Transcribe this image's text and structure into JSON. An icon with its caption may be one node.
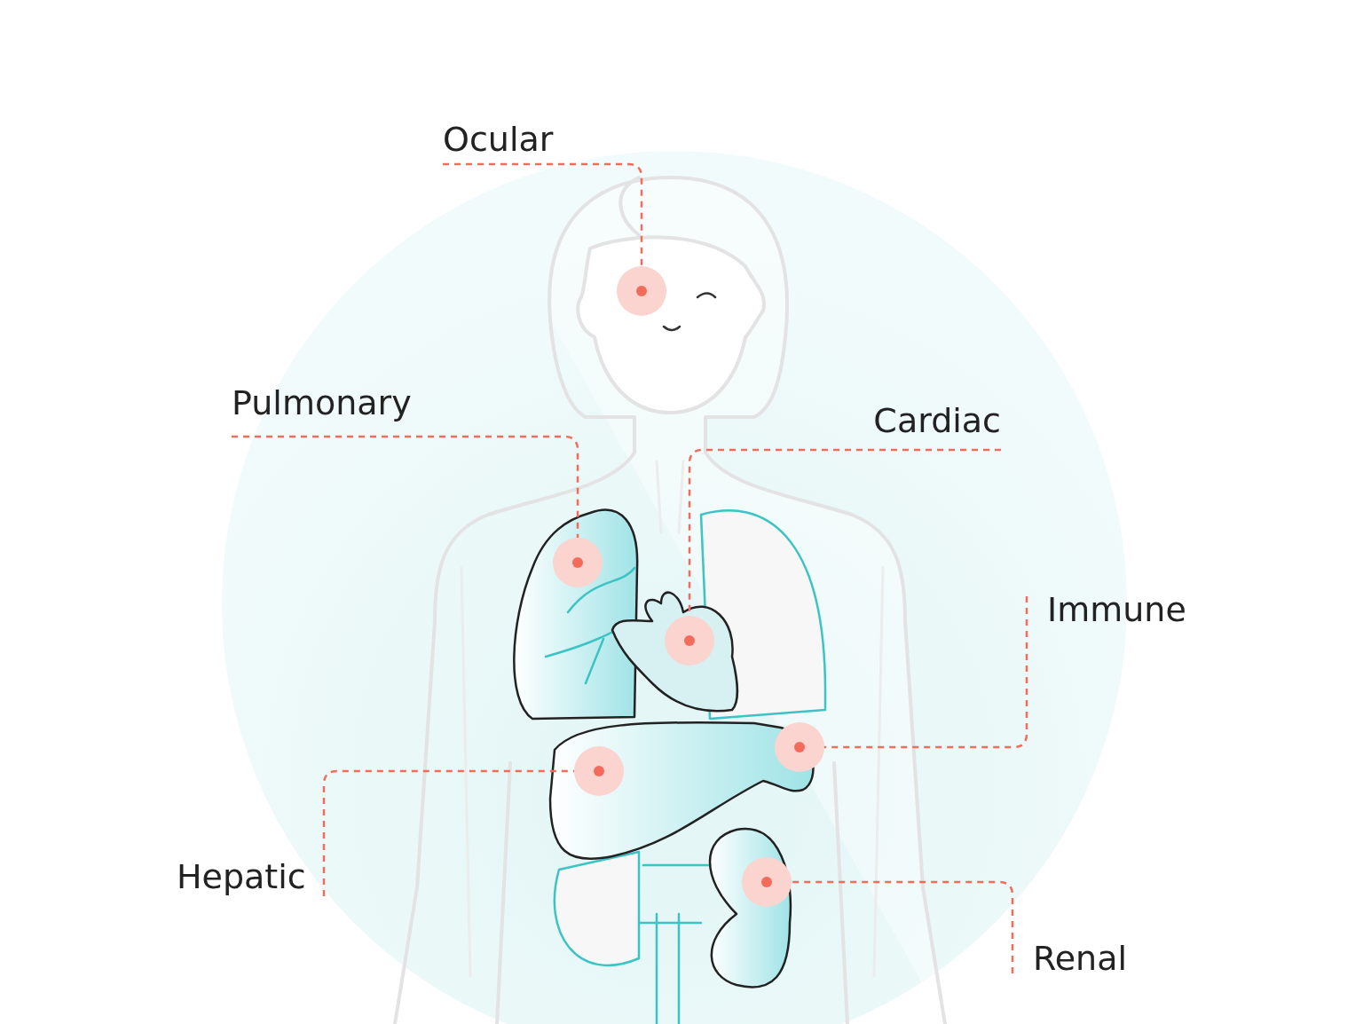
{
  "diagram": {
    "nodes": [
      {
        "text": [
          "Ocular"
        ]
      },
      {
        "text": [
          "Pulmonary"
        ]
      },
      {
        "text": [
          "Cardiac"
        ]
      },
      {
        "text": [
          "Immune"
        ]
      },
      {
        "text": [
          "Hepatic"
        ]
      },
      {
        "text": [
          "Renal"
        ]
      },
      {
        "text": [],
        "shape": "circle"
      },
      {
        "text": [],
        "shape": "circle"
      },
      {
        "text": [],
        "shape": "circle"
      },
      {
        "text": [],
        "shape": "circle"
      },
      {
        "text": [],
        "shape": "circle"
      },
      {
        "text": [],
        "shape": "circle"
      }
    ],
    "edges": [
      {
        "from": 0,
        "to": 6,
        "arrow": "none",
        "style": "dashed"
      },
      {
        "from": 1,
        "to": 7,
        "arrow": "none",
        "style": "dashed"
      },
      {
        "from": 2,
        "to": 8,
        "arrow": "none",
        "style": "dashed"
      },
      {
        "from": 3,
        "to": 9,
        "arrow": "none",
        "style": "dashed"
      },
      {
        "from": 4,
        "to": 10,
        "arrow": "none",
        "style": "dashed"
      },
      {
        "from": 5,
        "to": 11,
        "arrow": "none",
        "style": "dashed"
      }
    ]
  }
}
